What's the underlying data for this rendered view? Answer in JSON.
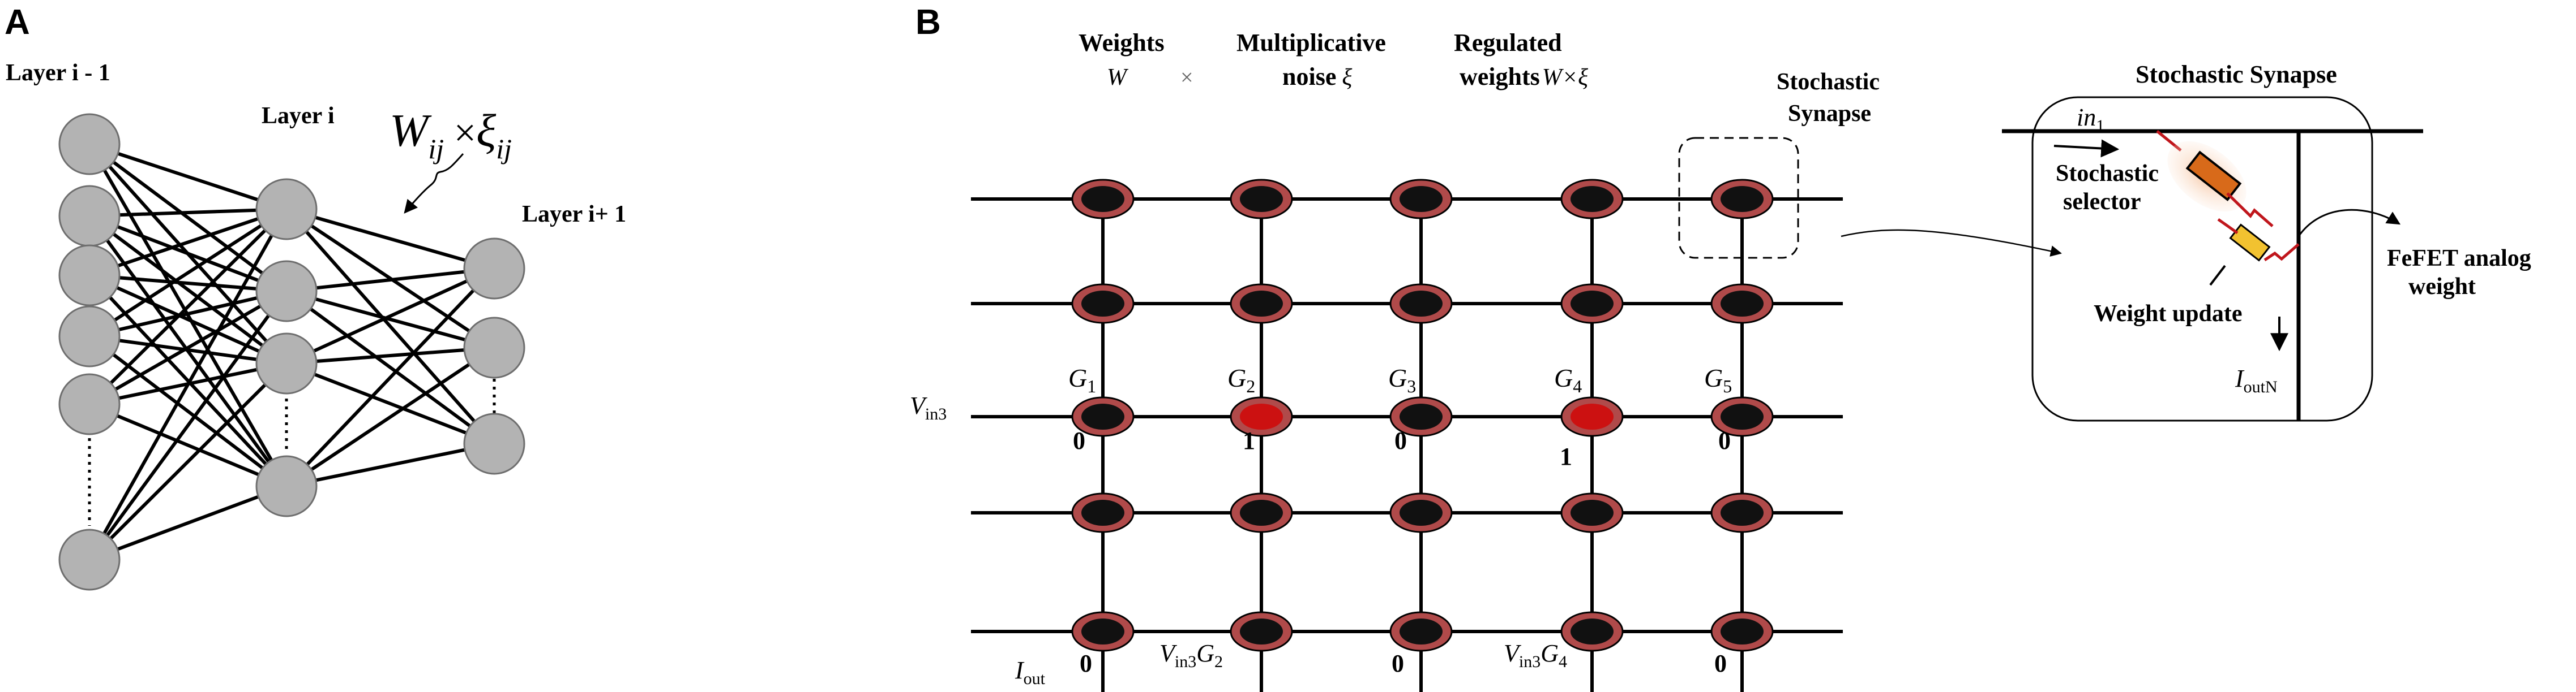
{
  "panel_a": {
    "letter": "A",
    "layer_prev": "Layer i - 1",
    "layer_curr": "Layer i",
    "layer_next": "Layer i+ 1",
    "weight_formula": {
      "w": "W",
      "w_sub": "ij",
      "times": " ×",
      "xi": "ξ",
      "xi_sub": "ij"
    }
  },
  "panel_b": {
    "letter": "B",
    "col_headers": {
      "weights_title": "Weights",
      "weights_symbol": "W",
      "times_symbol": "×",
      "noise_title": "Multiplicative",
      "noise_label": "noise",
      "noise_symbol": "ξ",
      "regulated_title": "Regulated",
      "regulated_label": "weights",
      "regulated_symbol": "W×ξ",
      "stochastic_line1": "Stochastic",
      "stochastic_line2": "Synapse"
    },
    "conductances": [
      {
        "G": "G",
        "sub": "1",
        "bit": "0"
      },
      {
        "G": "G",
        "sub": "2",
        "bit": "1"
      },
      {
        "G": "G",
        "sub": "3",
        "bit": "0"
      },
      {
        "G": "G",
        "sub": "4",
        "bit": "1"
      },
      {
        "G": "G",
        "sub": "5",
        "bit": "0"
      }
    ],
    "vin_row": {
      "V": "V",
      "sub": "in3"
    },
    "bottom": {
      "iout": "I",
      "iout_sub": "out",
      "outputs": [
        {
          "type": "bit",
          "text": "0"
        },
        {
          "type": "expr",
          "V": "V",
          "sub": "in3",
          "G": "G",
          "gsub": "2"
        },
        {
          "type": "bit",
          "text": "0"
        },
        {
          "type": "expr",
          "V": "V",
          "sub": "in3",
          "G": "G",
          "gsub": "4"
        },
        {
          "type": "bit",
          "text": "0"
        }
      ]
    },
    "active_cells": [
      [
        2,
        1
      ],
      [
        2,
        3
      ]
    ]
  },
  "inset": {
    "title": "Stochastic Synapse",
    "in_label": "in",
    "in_sub": "1",
    "selector_line1": "Stochastic",
    "selector_line2": "selector",
    "weight_update": "Weight update",
    "fefet_line1": "FeFET analog",
    "fefet_line2": "weight",
    "iout": "I",
    "iout_sub": "outN"
  },
  "colors": {
    "node_fill": "#b3b3b3",
    "node_stroke": "#6e6e6e",
    "cell_ring": "#b04a4a",
    "cell_core": "#111111",
    "cell_active": "#cc1111",
    "selector": "#d86a1a",
    "fefet": "#f2c230",
    "trace": "#c0161c"
  }
}
